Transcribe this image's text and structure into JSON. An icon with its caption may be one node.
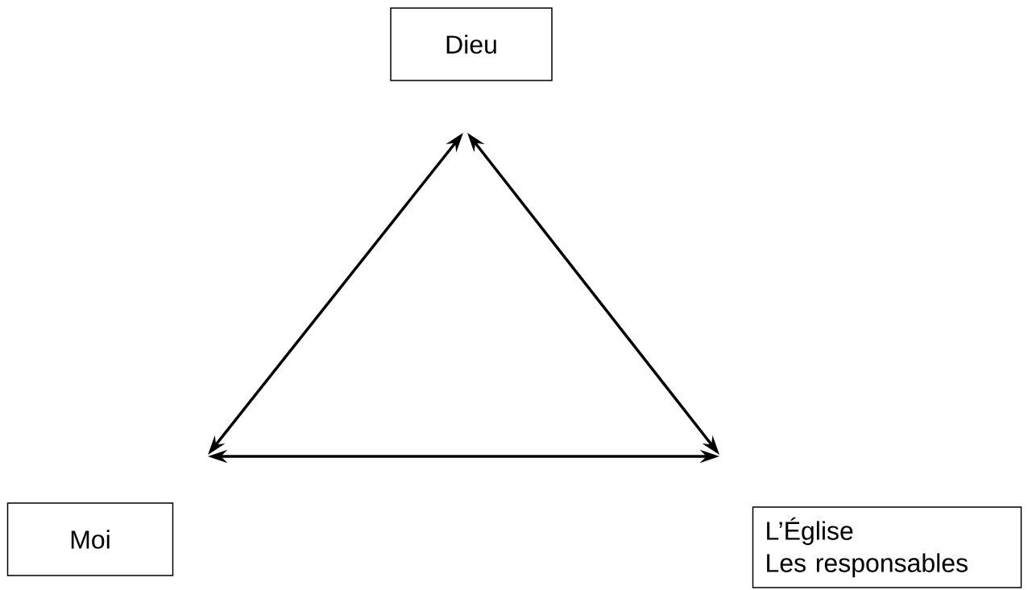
{
  "diagram": {
    "nodes": [
      {
        "text": [
          "Dieu"
        ]
      },
      {
        "text": [
          "Moi"
        ]
      },
      {
        "text": [
          "L’Église",
          "Les responsables"
        ]
      }
    ],
    "edges": [
      {
        "from": 1,
        "to": 0,
        "arrow": "both"
      },
      {
        "from": 0,
        "to": 2,
        "arrow": "both"
      },
      {
        "from": 1,
        "to": 2,
        "arrow": "both"
      }
    ]
  }
}
